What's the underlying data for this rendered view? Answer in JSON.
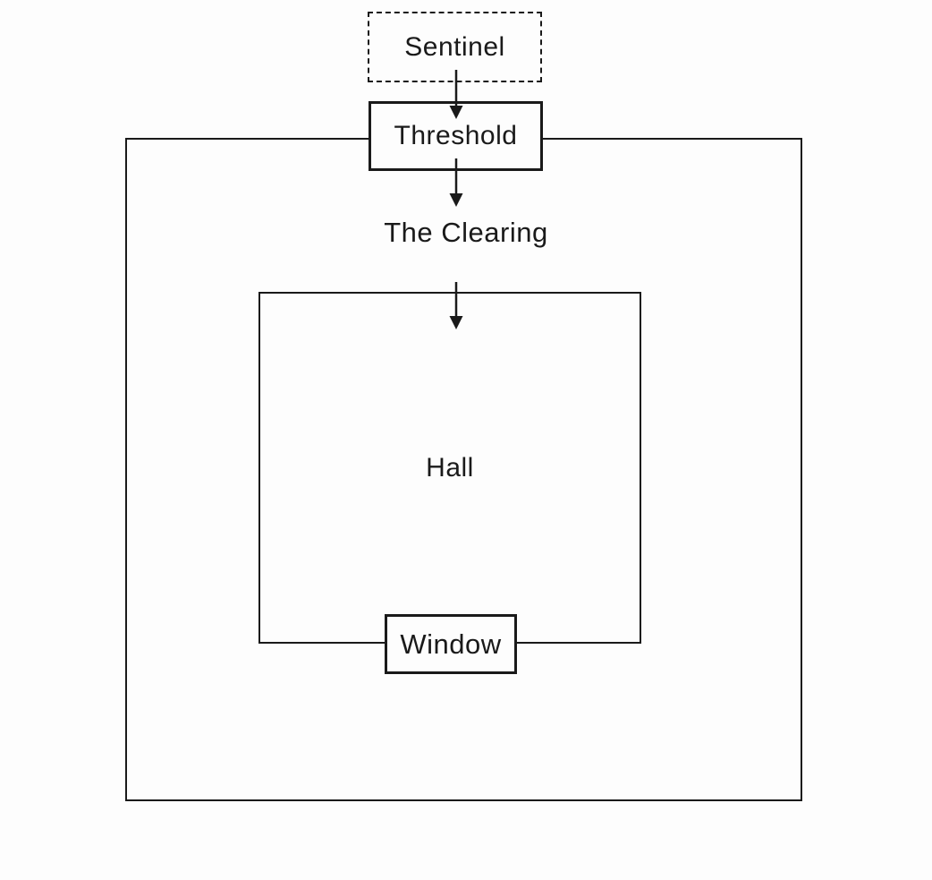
{
  "diagram": {
    "title": "room-map-flow",
    "background_color": "#fdfdfd",
    "line_color": "#1a1a1a",
    "nodes": {
      "sentinel": {
        "label": "Sentinel",
        "style": "dashed-box"
      },
      "threshold": {
        "label": "Threshold",
        "style": "solid-box-on-outer-boundary"
      },
      "clearing": {
        "label": "The Clearing",
        "style": "text-only-region-label"
      },
      "hall": {
        "label": "Hall",
        "style": "inner-room-rectangle"
      },
      "window": {
        "label": "Window",
        "style": "solid-box-on-hall-boundary"
      }
    },
    "edges": [
      {
        "from": "sentinel",
        "to": "threshold",
        "direction": "down"
      },
      {
        "from": "threshold",
        "to": "clearing",
        "direction": "down"
      },
      {
        "from": "clearing",
        "to": "hall",
        "direction": "down"
      }
    ]
  }
}
